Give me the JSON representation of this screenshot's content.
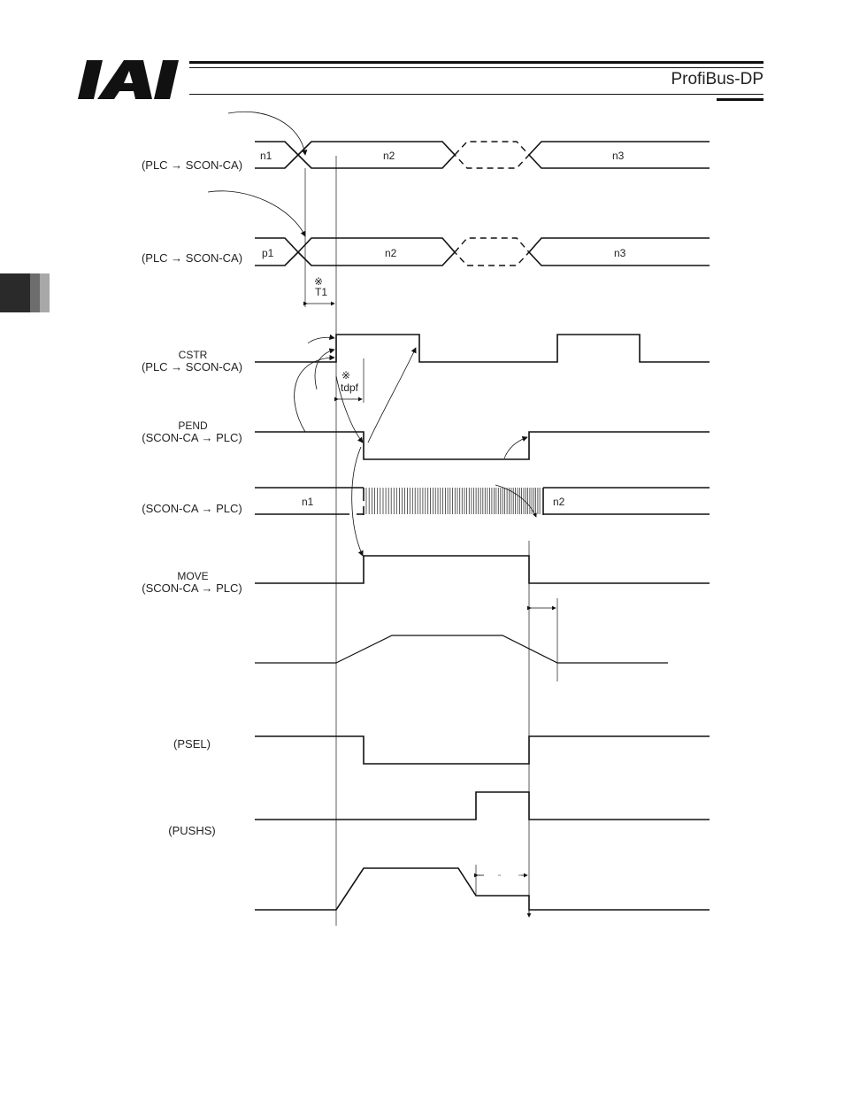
{
  "header": {
    "logo_text": "IAI",
    "title": "ProfiBus-DP"
  },
  "signals": {
    "row1_label": "(PLC → SCON-CA)",
    "row2_label": "(PLC → SCON-CA)",
    "cstr_name": "CSTR",
    "cstr_dir": "(PLC → SCON-CA)",
    "pend_name": "PEND",
    "pend_dir": "(SCON-CA → PLC)",
    "row5_label": "(SCON-CA → PLC)",
    "move_name": "MOVE",
    "move_dir": "(SCON-CA → PLC)",
    "psel_label": "(PSEL)",
    "pushs_label": "(PUSHS)"
  },
  "bus_values": {
    "r1": [
      "n1",
      "n2",
      "n3"
    ],
    "r2": [
      "p1",
      "n2",
      "n3"
    ],
    "r5": [
      "n1",
      "n2"
    ]
  },
  "timing_marks": {
    "t1_symbol": "※",
    "t1_label": "T1",
    "tdpf_symbol": "※",
    "tdpf_label": "tdpf"
  },
  "colors": {
    "line": "#111111",
    "tab_dark": "#2a2a2a",
    "tab_mid": "#6d6d6d",
    "tab_light": "#a8a8a8"
  }
}
